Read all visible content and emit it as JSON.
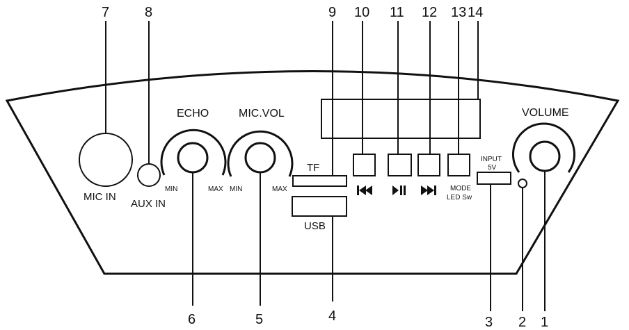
{
  "callouts": [
    "1",
    "2",
    "3",
    "4",
    "5",
    "6",
    "7",
    "8",
    "9",
    "10",
    "11",
    "12",
    "13",
    "14"
  ],
  "labels": {
    "mic_in": "MIC IN",
    "aux_in": "AUX IN",
    "echo": "ECHO",
    "echo_min": "MIN",
    "echo_max": "MAX",
    "mic_vol": "MIC.VOL",
    "mic_vol_min": "MIN",
    "mic_vol_max": "MAX",
    "tf": "TF",
    "usb": "USB",
    "input": "INPUT",
    "input_voltage": "5V",
    "mode": "MODE",
    "led_sw": "LED Sw",
    "volume": "VOLUME"
  },
  "icons": {
    "prev": "skip-previous-icon",
    "play_pause": "play-pause-icon",
    "next": "skip-next-icon"
  }
}
